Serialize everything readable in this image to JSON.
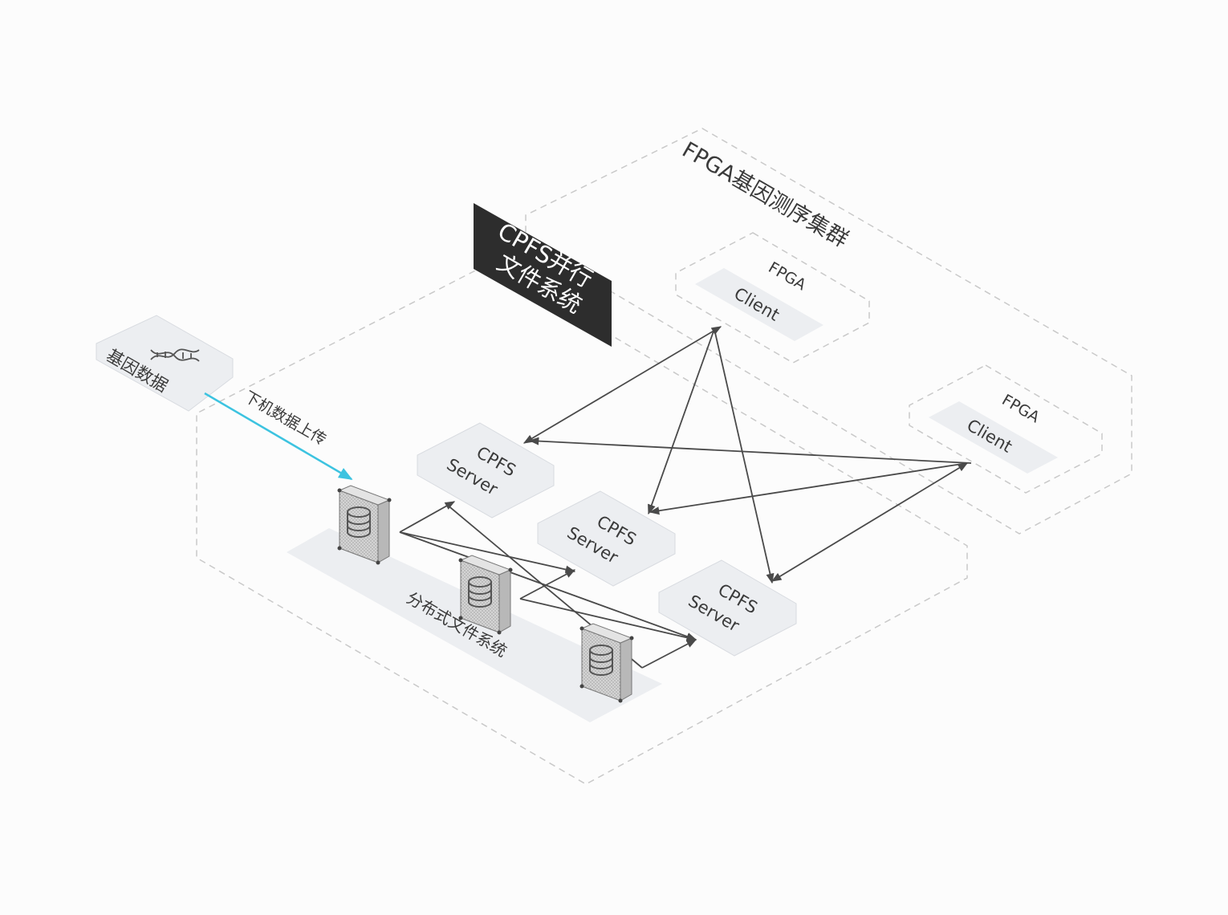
{
  "cluster_title": "FPGA基因测序集群",
  "cpfs_badge": {
    "line1": "CPFS并行",
    "line2": "文件系统"
  },
  "gene_data": {
    "label": "基因数据",
    "icon": "dna-icon"
  },
  "upload_label": "下机数据上传",
  "dfs_label": "分布式文件系统",
  "clients": [
    {
      "line1": "FPGA",
      "line2": "Client"
    },
    {
      "line1": "FPGA",
      "line2": "Client"
    }
  ],
  "servers": [
    {
      "line1": "CPFS",
      "line2": "Server"
    },
    {
      "line1": "CPFS",
      "line2": "Server"
    },
    {
      "line1": "CPFS",
      "line2": "Server"
    }
  ],
  "storage_nodes": [
    {
      "icon": "database-server-icon"
    },
    {
      "icon": "database-server-icon"
    },
    {
      "icon": "database-server-icon"
    }
  ],
  "colors": {
    "upload_arrow": "#3cc3e0",
    "dark_badge": "#2d2d2d",
    "tile_fill": "#eceef1",
    "dashed_border": "#c9c9c9",
    "arrow_stroke": "#4a4a4a"
  }
}
